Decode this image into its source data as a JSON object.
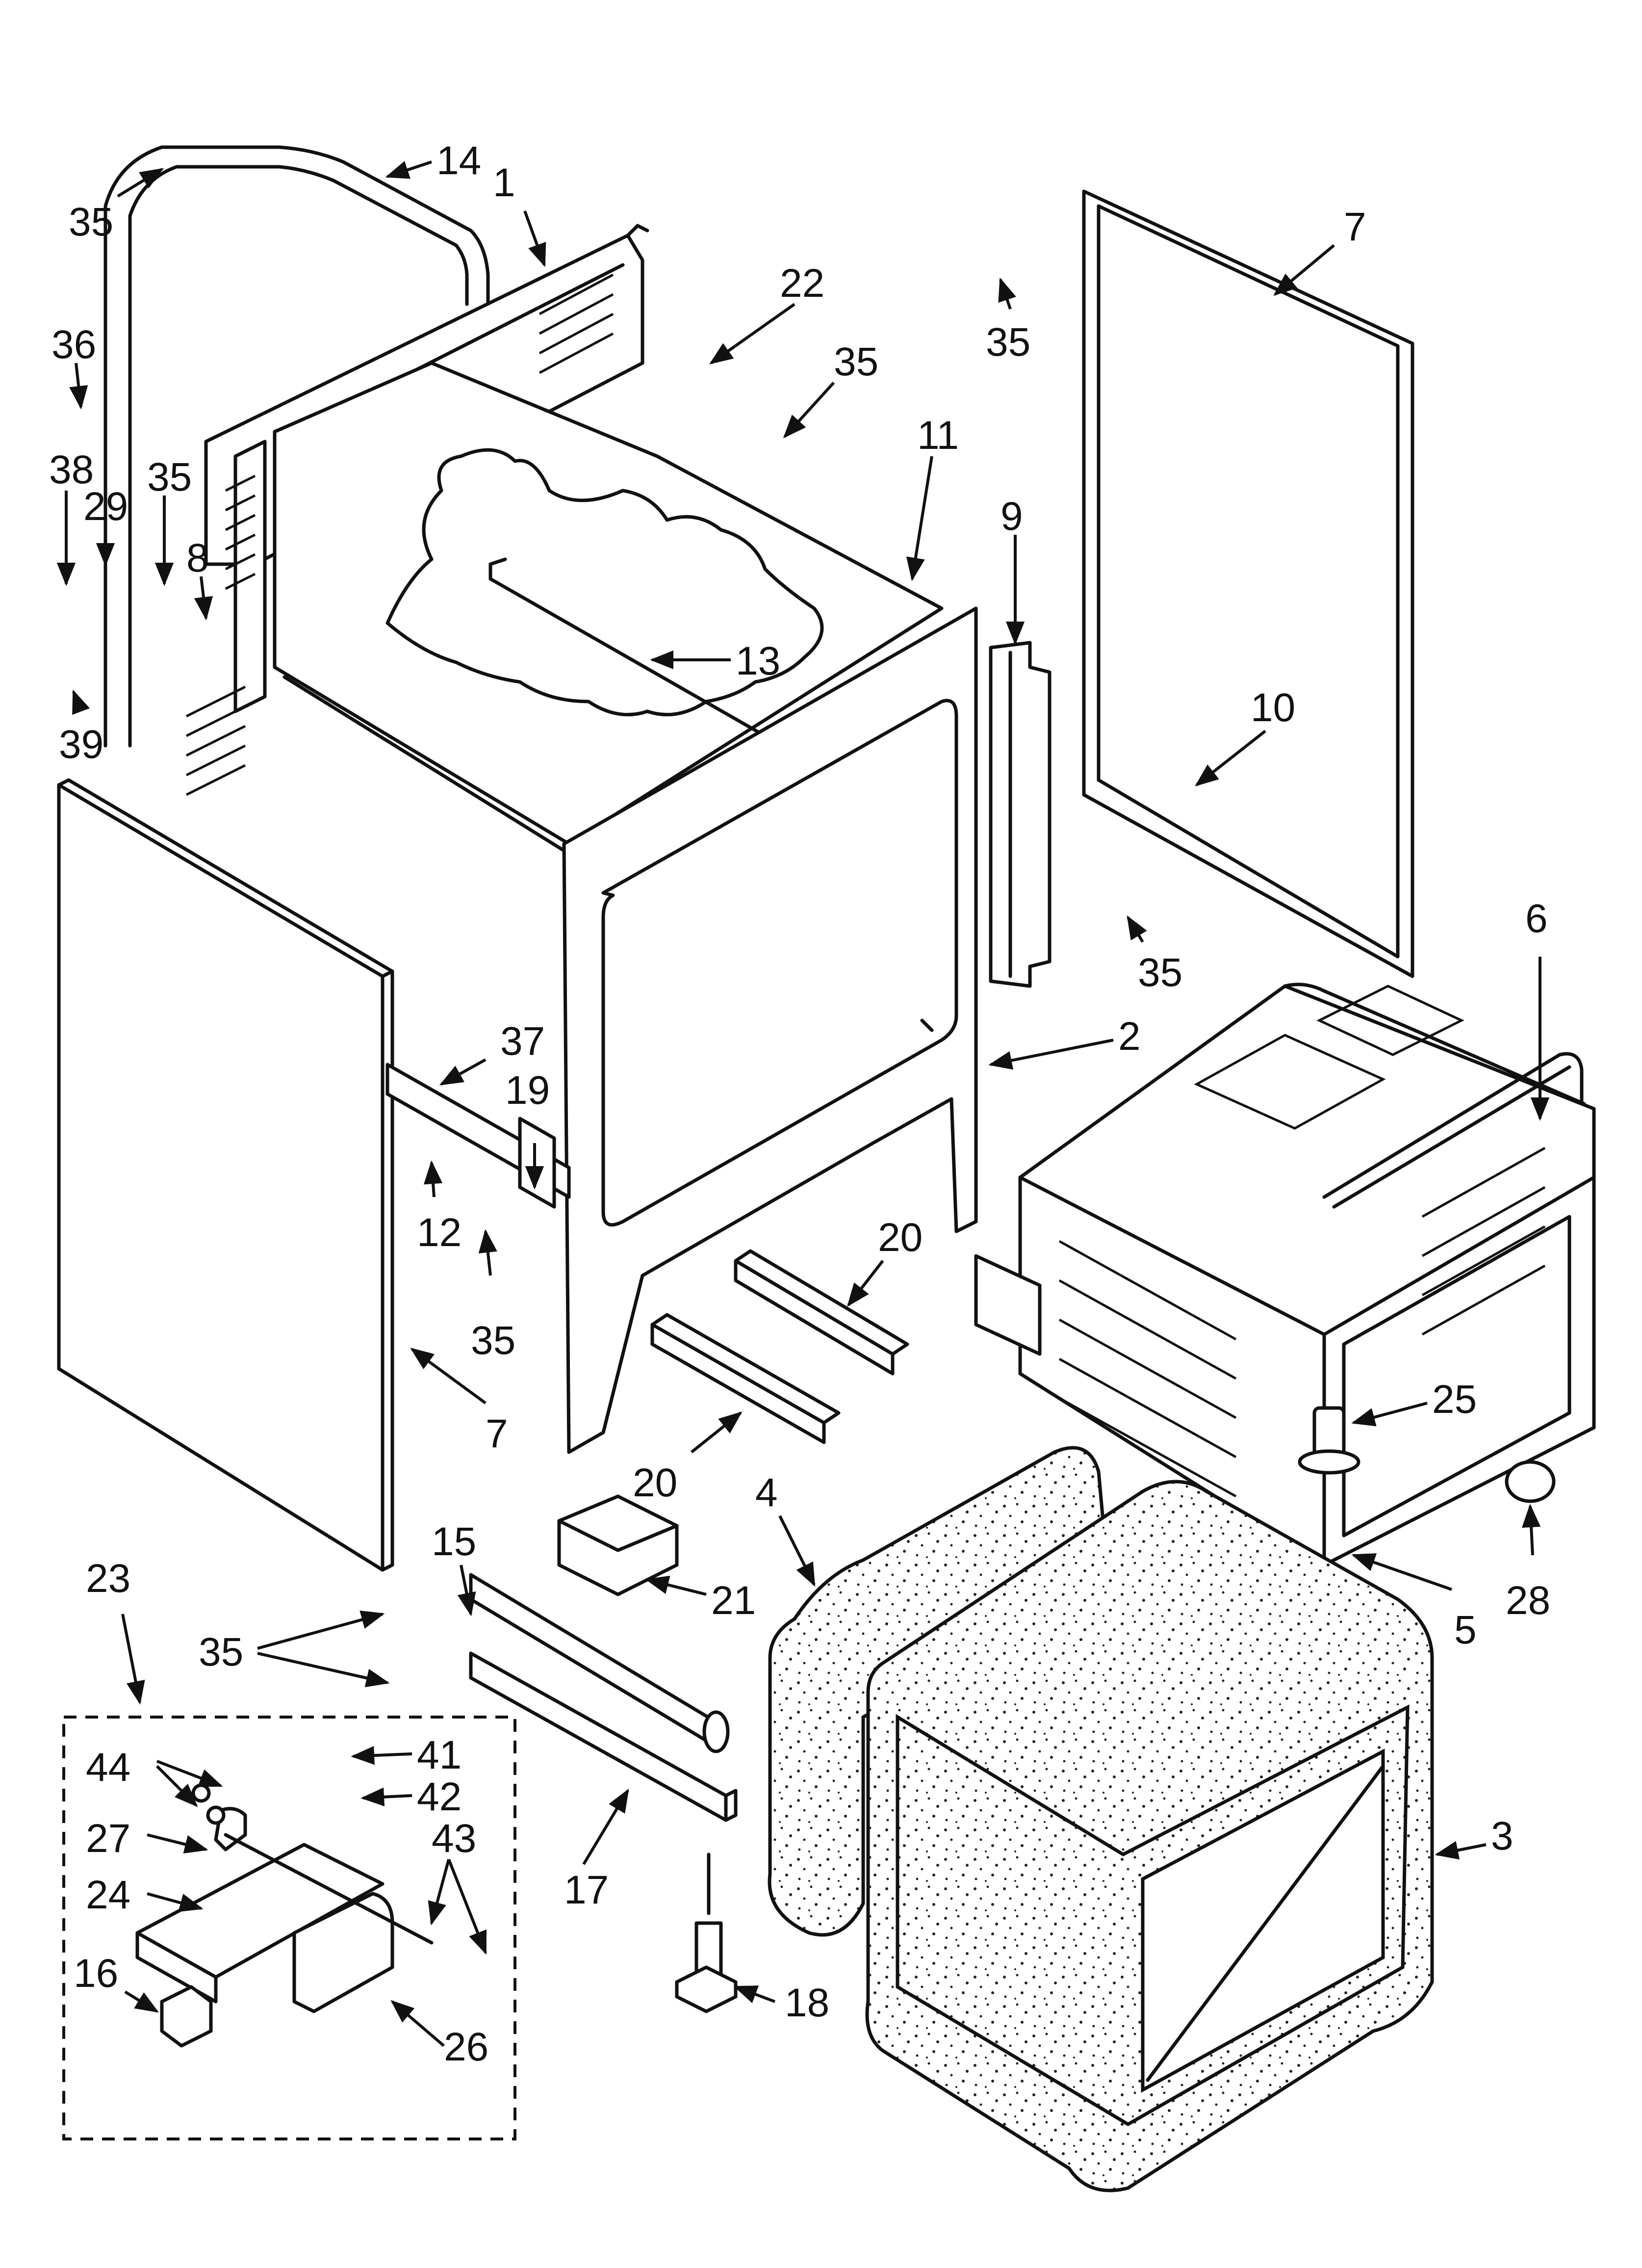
{
  "diagram": {
    "callouts": [
      {
        "id": "c1",
        "text": "1"
      },
      {
        "id": "c14",
        "text": "14"
      },
      {
        "id": "c35a",
        "text": "35"
      },
      {
        "id": "c36",
        "text": "36"
      },
      {
        "id": "c38",
        "text": "38"
      },
      {
        "id": "c29",
        "text": "29"
      },
      {
        "id": "c35b",
        "text": "35"
      },
      {
        "id": "c8",
        "text": "8"
      },
      {
        "id": "c39",
        "text": "39"
      },
      {
        "id": "c22",
        "text": "22"
      },
      {
        "id": "c35c",
        "text": "35"
      },
      {
        "id": "c11",
        "text": "11"
      },
      {
        "id": "c13",
        "text": "13"
      },
      {
        "id": "c9",
        "text": "9"
      },
      {
        "id": "c7a",
        "text": "7"
      },
      {
        "id": "c35d",
        "text": "35"
      },
      {
        "id": "c10",
        "text": "10"
      },
      {
        "id": "c35e",
        "text": "35"
      },
      {
        "id": "c6",
        "text": "6"
      },
      {
        "id": "c2",
        "text": "2"
      },
      {
        "id": "c37",
        "text": "37"
      },
      {
        "id": "c19",
        "text": "19"
      },
      {
        "id": "c12",
        "text": "12"
      },
      {
        "id": "c35f",
        "text": "35"
      },
      {
        "id": "c7b",
        "text": "7"
      },
      {
        "id": "c20a",
        "text": "20"
      },
      {
        "id": "c20b",
        "text": "20"
      },
      {
        "id": "c25",
        "text": "25"
      },
      {
        "id": "c28",
        "text": "28"
      },
      {
        "id": "c5",
        "text": "5"
      },
      {
        "id": "c4",
        "text": "4"
      },
      {
        "id": "c15",
        "text": "15"
      },
      {
        "id": "c21",
        "text": "21"
      },
      {
        "id": "c23",
        "text": "23"
      },
      {
        "id": "c35g",
        "text": "35"
      },
      {
        "id": "c44",
        "text": "44"
      },
      {
        "id": "c41",
        "text": "41"
      },
      {
        "id": "c42",
        "text": "42"
      },
      {
        "id": "c27",
        "text": "27"
      },
      {
        "id": "c43",
        "text": "43"
      },
      {
        "id": "c24",
        "text": "24"
      },
      {
        "id": "c17",
        "text": "17"
      },
      {
        "id": "c3",
        "text": "3"
      },
      {
        "id": "c16",
        "text": "16"
      },
      {
        "id": "c26",
        "text": "26"
      },
      {
        "id": "c18",
        "text": "18"
      }
    ]
  }
}
